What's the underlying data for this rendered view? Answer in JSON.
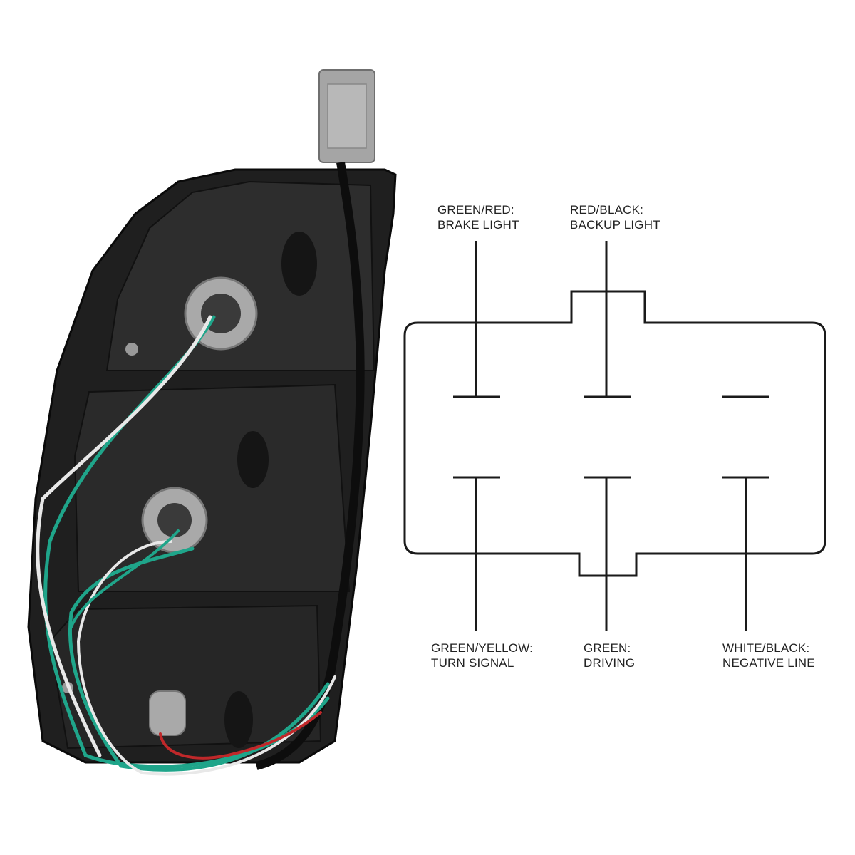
{
  "diagram": {
    "title": "Tail light connector pinout",
    "pins": [
      {
        "id": "top-left",
        "wire": "GREEN/RED:",
        "function": "BRAKE LIGHT"
      },
      {
        "id": "top-middle",
        "wire": "RED/BLACK:",
        "function": "BACKUP LIGHT"
      },
      {
        "id": "bottom-left",
        "wire": "GREEN/YELLOW:",
        "function": "TURN SIGNAL"
      },
      {
        "id": "bottom-middle",
        "wire": "GREEN:",
        "function": "DRIVING"
      },
      {
        "id": "bottom-right",
        "wire": "WHITE/BLACK:",
        "function": "NEGATIVE LINE"
      }
    ]
  },
  "colors": {
    "housing": "#1f1f1f",
    "socket": "#a9a9a9",
    "wire_green": "#1fa58a",
    "wire_white": "#e8e8e8",
    "wire_red": "#c0282a",
    "line": "#1a1a1a"
  }
}
